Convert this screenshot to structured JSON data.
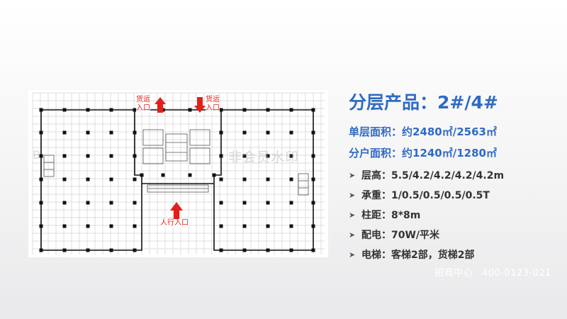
{
  "plan": {
    "labels": {
      "freight_left": [
        "货运",
        "入口"
      ],
      "freight_right": [
        "货运",
        "入口"
      ],
      "pedestrian": "人行入口"
    },
    "accent_color": "#e0211b"
  },
  "watermark": {
    "left": "B",
    "right": "非会员水印"
  },
  "title": "分层产品：2#/4#",
  "area": {
    "floor": "单层面积：约2480㎡/2563㎡",
    "unit": "分户面积：约1240㎡/1280㎡"
  },
  "specs": [
    {
      "icon": "triangle-bullet-icon",
      "text": "层高：5.5/4.2/4.2/4.2/4.2m"
    },
    {
      "icon": "triangle-bullet-icon",
      "text": "承重：1/0.5/0.5/0.5/0.5T"
    },
    {
      "icon": "triangle-bullet-icon",
      "text": "柱距：8*8m"
    },
    {
      "icon": "triangle-bullet-icon",
      "text": "配电：70W/平米"
    },
    {
      "icon": "triangle-bullet-icon",
      "text": "电梯：客梯2部，货梯2部"
    }
  ],
  "footer": {
    "label": "招商中心",
    "phone": "400-0123-021"
  },
  "colors": {
    "title_blue": "#2f6bc4",
    "text_dark": "#333333"
  }
}
